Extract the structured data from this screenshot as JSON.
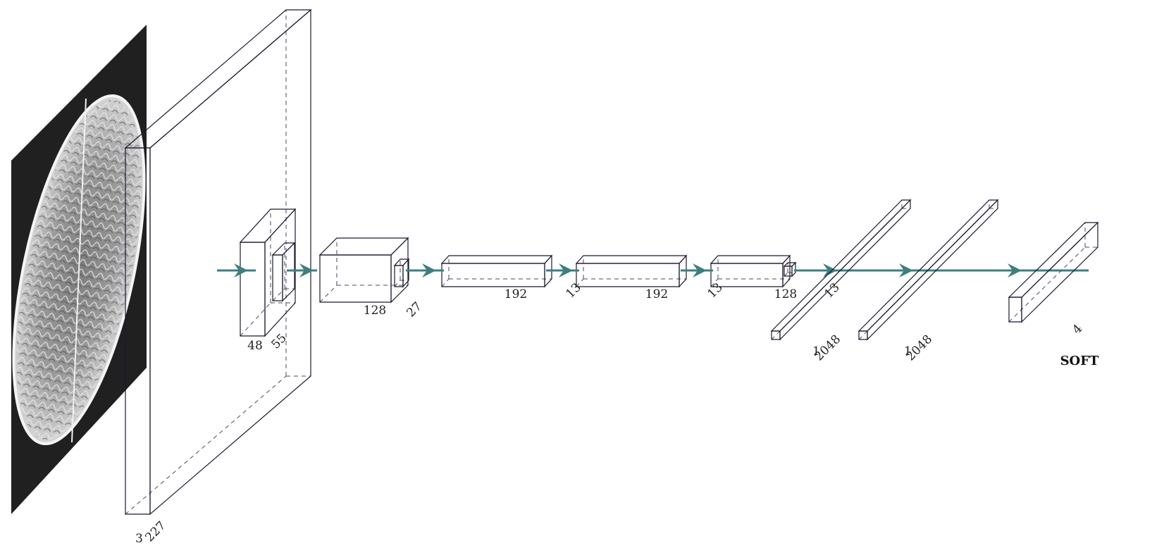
{
  "colors": {
    "conv_fill": "#cccdf8",
    "pool_fill": "#5ee3ef",
    "fc_fill": "#dae6f6",
    "softmax_fill": "#36a291",
    "arrow": "#3e7e80",
    "input_bg": "#202020"
  },
  "input": {
    "icon": "brain-mri-slice"
  },
  "layers": [
    {
      "id": "conv0",
      "labels": [
        "3",
        "227"
      ]
    },
    {
      "id": "conv1",
      "labels": [
        "48",
        "55"
      ]
    },
    {
      "id": "conv2",
      "labels": [
        "128",
        "27"
      ]
    },
    {
      "id": "conv3",
      "labels": [
        "192",
        "13"
      ]
    },
    {
      "id": "conv4",
      "labels": [
        "192",
        "13"
      ]
    },
    {
      "id": "conv5",
      "labels": [
        "128",
        "13"
      ]
    },
    {
      "id": "fc1",
      "labels": [
        "1",
        "2048"
      ]
    },
    {
      "id": "fc2",
      "labels": [
        "1",
        "2048"
      ]
    },
    {
      "id": "softmax",
      "labels": [
        "4"
      ],
      "caption": "SOFT"
    }
  ]
}
